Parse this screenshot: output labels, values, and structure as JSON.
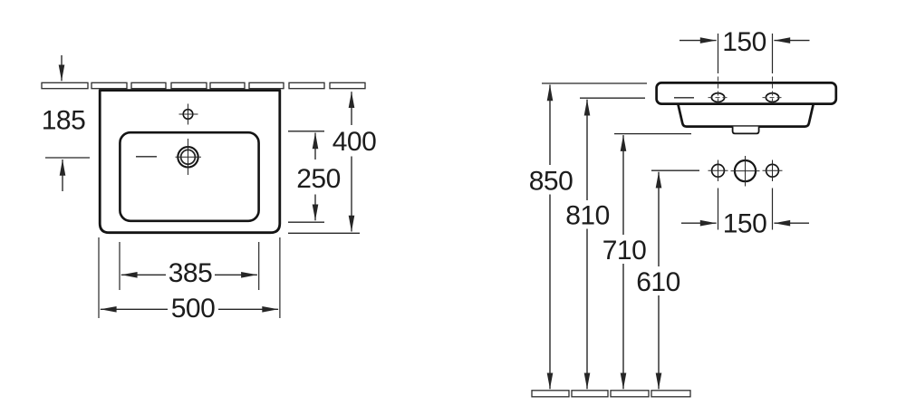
{
  "drawing": {
    "subject": "washbasin-installation-dimension-drawing"
  },
  "top_view": {
    "dimensions": {
      "wall_to_drain": "185",
      "overall_depth": "400",
      "bowl_depth": "250",
      "bowl_width": "385",
      "overall_width": "500"
    }
  },
  "front_view": {
    "dimensions": {
      "tap_holes_spacing": "150",
      "rim_height": "850",
      "tap_holes_height": "810",
      "outlet_height": "710",
      "fixing_holes_height": "610",
      "fixing_holes_spacing": "150"
    }
  },
  "colors": {
    "background": "#ffffff",
    "outline": "#141414",
    "dimension_lines": "#262626",
    "text": "#1c1c1c"
  }
}
